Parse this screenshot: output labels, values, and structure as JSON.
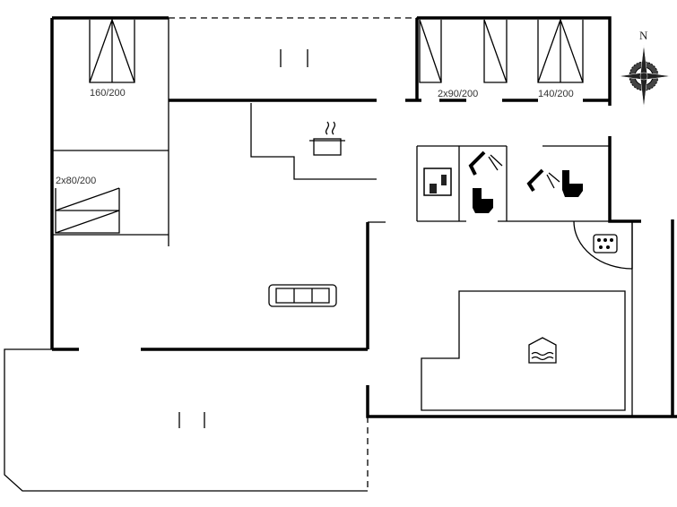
{
  "plan": {
    "compass_label": "N",
    "rooms": {
      "bedroom_1_bed": "160/200",
      "bedroom_2_bed": "2x90/200",
      "bedroom_3_bed": "140/200",
      "bedroom_4_bed": "2x80/200"
    },
    "icons": [
      "kitchen-pot-icon",
      "sofa-icon",
      "sauna-icon",
      "shower-icon",
      "toilet-icon",
      "spa-icon",
      "pool-icon",
      "compass-rose-icon"
    ]
  }
}
